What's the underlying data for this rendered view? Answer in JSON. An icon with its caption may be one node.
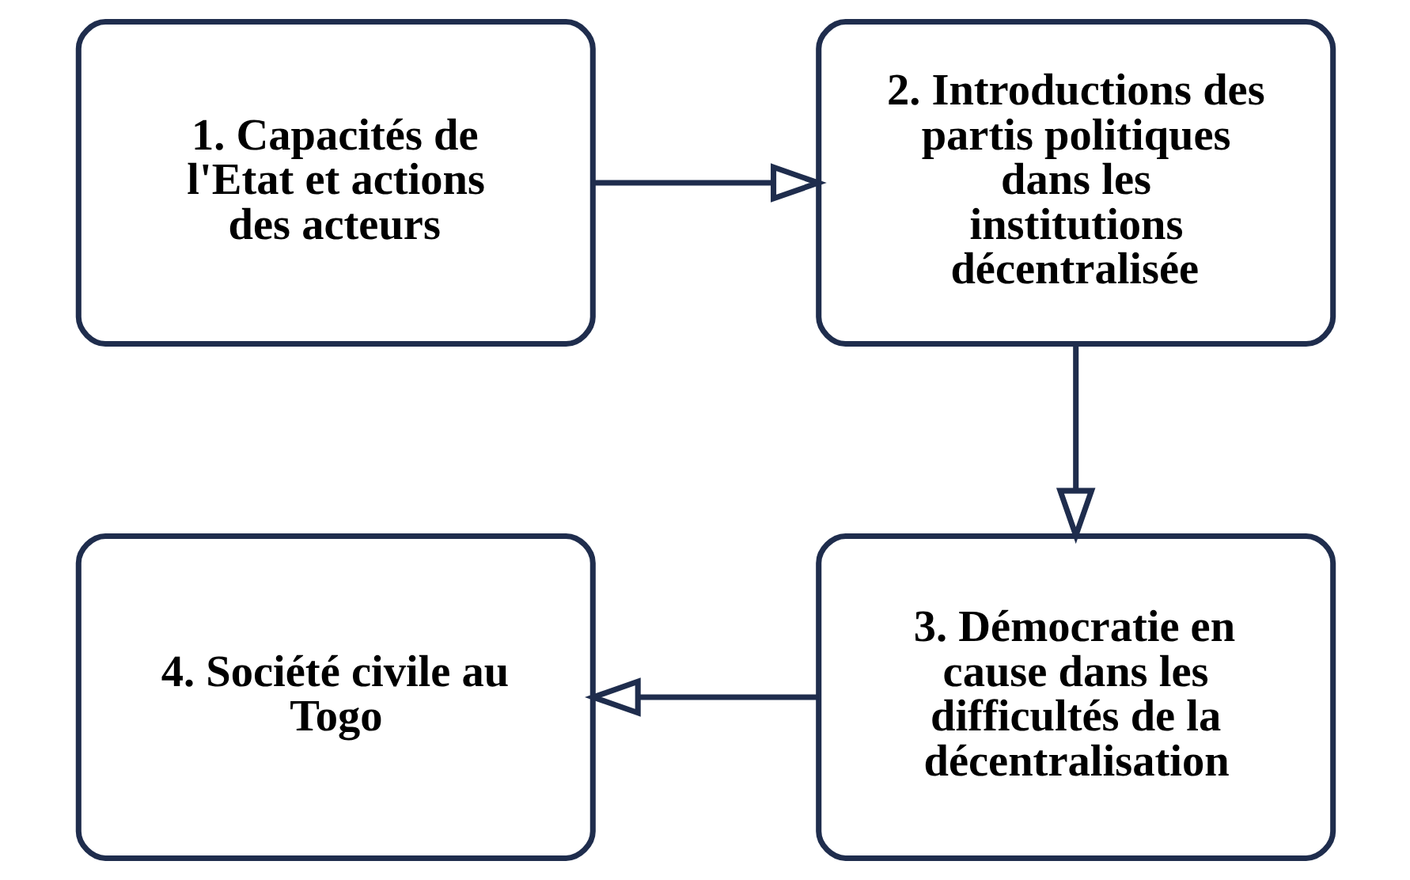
{
  "diagram": {
    "nodes": [
      {
        "text": [
          "1. Capacités de l'Etat et actions des acteurs"
        ]
      },
      {
        "text": [
          "2. Introductions des partis politiques dans les institutions décentralisée"
        ]
      },
      {
        "text": [
          "3. Démocratie en cause dans les difficultés de la décentralisation"
        ]
      },
      {
        "text": [
          "4. Société civile au Togo"
        ]
      }
    ],
    "edges": [
      {
        "from": 0,
        "to": 1,
        "arrow": "to"
      },
      {
        "from": 1,
        "to": 2,
        "arrow": "to"
      },
      {
        "from": 2,
        "to": 3,
        "arrow": "to"
      }
    ]
  }
}
